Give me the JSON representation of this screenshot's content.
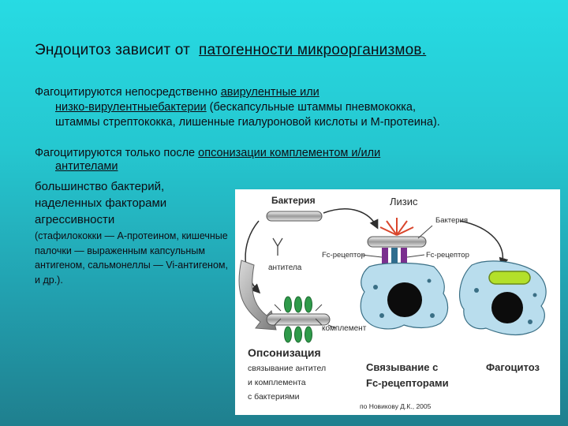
{
  "title": {
    "prefix": "Эндоцитоз зависит от",
    "underlined": "патогенности микроорганизмов."
  },
  "para1": {
    "prefix": "Фагоцитируются непосредственно ",
    "underlined_a": "авирулентные или",
    "underlined_b": "низко-вирулентныебактерии",
    "rest_b": " (бескапсульные штаммы пневмококка,",
    "line3": "штаммы стрептококка, лишенные гиалуроновой кислоты и М-протеина)."
  },
  "para2": {
    "prefix": "Фагоцитируются только после ",
    "underlined_a": "опсонизации комплементом и/или",
    "underlined_b": "антителами"
  },
  "para3": {
    "text": "большинство бактерий, наделенных факторами агрессивности"
  },
  "para4": {
    "text": "(стафилококки — А-протеином, кишечные палочки — выраженным капсульным антигеном, сальмонеллы — Vi-антигеном, и др.)."
  },
  "diagram": {
    "bacteria_top": "Бактерия",
    "lysis": "Лизис",
    "bacteria_right": "Бактерия",
    "fc_receptor_left": "Fc-рецептор",
    "fc_receptor_right": "Fc-рецептор",
    "antibodies": "антитела",
    "complement": "комплемент",
    "opsonization_title": "Опсонизация",
    "opsonization_desc_1": "связывание антител",
    "opsonization_desc_2": "и комплемента",
    "opsonization_desc_3": "с бактериями",
    "binding_title_1": "Связывание с",
    "binding_title_2": "Fc-рецепторами",
    "phagocytosis": "Фагоцитоз",
    "credit": "по Новикову Д.К., 2005"
  }
}
